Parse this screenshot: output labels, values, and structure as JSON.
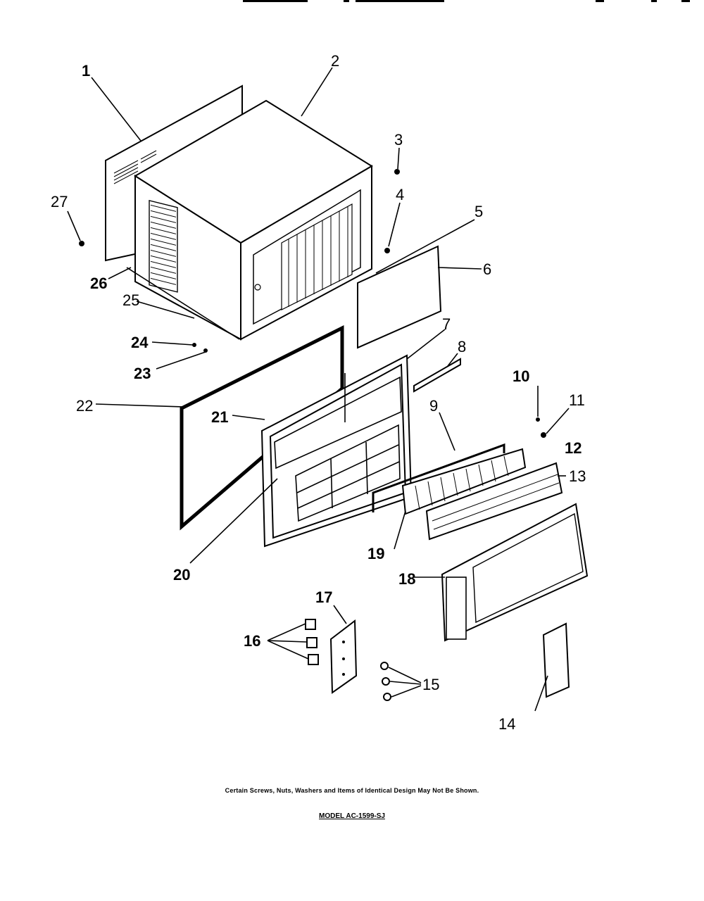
{
  "labels": {
    "p1": "1",
    "p2": "2",
    "p3": "3",
    "p4": "4",
    "p5": "5",
    "p6": "6",
    "p7": "7",
    "p8": "8",
    "p9": "9",
    "p10": "10",
    "p11": "11",
    "p12": "12",
    "p13": "13",
    "p14": "14",
    "p15": "15",
    "p16": "16",
    "p17": "17",
    "p18": "18",
    "p19": "19",
    "p20": "20",
    "p21": "21",
    "p22": "22",
    "p23": "23",
    "p24": "24",
    "p25": "25",
    "p26": "26",
    "p27": "27"
  },
  "footnote": "Certain Screws, Nuts, Washers and Items of Identical Design May Not Be Shown.",
  "model": "MODEL AC-1599-SJ"
}
